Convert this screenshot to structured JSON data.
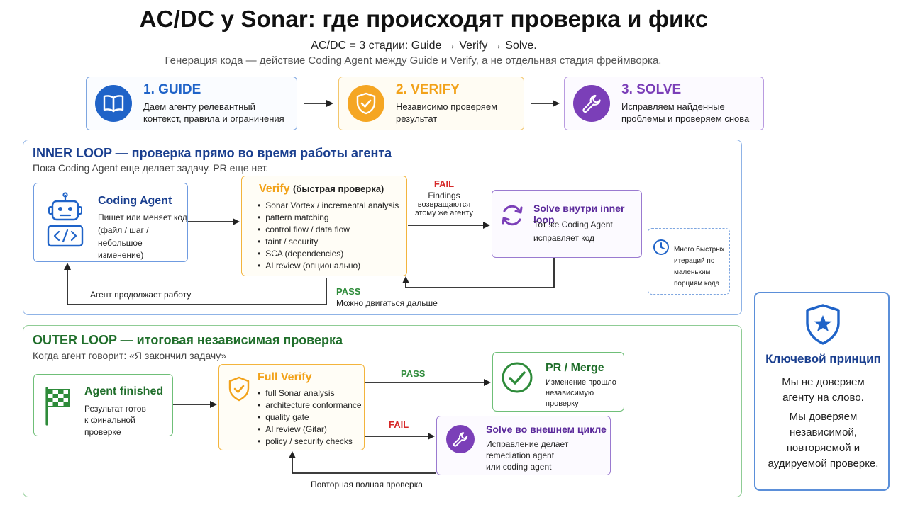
{
  "header": {
    "title": "AC/DC у Sonar: где происходят проверка и фикс",
    "subtitle": "AC/DC = 3 стадии: Guide → Verify → Solve.",
    "note": "Генерация кода — действие Coding Agent между Guide и Verify, а не отдельная стадия фреймворка."
  },
  "stages": [
    {
      "title": "1. GUIDE",
      "desc_1": "Даем агенту релевантный",
      "desc_2": "контекст, правила и ограничения",
      "icon": "book-icon",
      "color": "#2a6fd6"
    },
    {
      "title": "2. VERIFY",
      "desc_1": "Независимо проверяем",
      "desc_2": "результат",
      "icon": "shield-check-icon",
      "color": "#f2a219"
    },
    {
      "title": "3. SOLVE",
      "desc_1": "Исправляем найденные",
      "desc_2": "проблемы и проверяем снова",
      "icon": "wrench-icon",
      "color": "#7b3fb8"
    }
  ],
  "inner": {
    "title": "INNER LOOP — проверка прямо во время работы агента",
    "subtitle": "Пока Coding Agent еще делает задачу. PR еще нет.",
    "agent": {
      "title": "Coding Agent",
      "desc_1": "Пишет или меняет код",
      "desc_2": "(файл / шаг /",
      "desc_3": "небольшое изменение)",
      "icon": "robot-icon"
    },
    "verify": {
      "title": "Verify",
      "title_suffix": "(быстрая проверка)",
      "items": [
        "Sonar Vortex / incremental analysis",
        "pattern matching",
        "control flow / data flow",
        "taint / security",
        "SCA (dependencies)",
        "AI review (опционально)"
      ]
    },
    "fail": {
      "label": "FAIL",
      "line_1": "Findings",
      "line_2": "возвращаются",
      "line_3": "этому же агенту"
    },
    "solve": {
      "title": "Solve внутри inner loop",
      "desc_1": "Тот же Coding Agent",
      "desc_2": "исправляет код",
      "icon": "refresh-icon"
    },
    "fast": {
      "line_1": "Много быстрых",
      "line_2": "итераций по",
      "line_3": "маленьким",
      "line_4": "порциям кода",
      "icon": "clock-icon"
    },
    "pass": {
      "label": "PASS",
      "desc": "Можно двигаться дальше"
    },
    "continue_label": "Агент продолжает работу"
  },
  "outer": {
    "title": "OUTER LOOP — итоговая независимая проверка",
    "subtitle": "Когда агент говорит: «Я закончил задачу»",
    "finished": {
      "title": "Agent finished",
      "desc_1": "Результат готов",
      "desc_2": "к финальной проверке",
      "icon": "checkered-flag-icon"
    },
    "verify": {
      "title": "Full Verify",
      "items": [
        "full Sonar analysis",
        "architecture conformance",
        "quality gate",
        "AI review (Gitar)",
        "policy / security checks"
      ]
    },
    "pass_label": "PASS",
    "fail_label": "FAIL",
    "merge": {
      "title": "PR / Merge",
      "desc_1": "Изменение прошло",
      "desc_2": "независимую",
      "desc_3": "проверку",
      "icon": "check-circle-icon"
    },
    "solve": {
      "title": "Solve во внешнем цикле",
      "desc_1": "Исправление делает",
      "desc_2": "remediation agent",
      "desc_3": "или coding agent",
      "icon": "wrench-icon"
    },
    "repeat_label": "Повторная полная проверка"
  },
  "principle": {
    "title": "Ключевой принцип",
    "line_1": "Мы не доверяем",
    "line_2": "агенту на слово.",
    "line_3": "Мы доверяем",
    "line_4": "независимой,",
    "line_5": "повторяемой и",
    "line_6": "аудируемой проверке.",
    "icon": "shield-star-icon"
  },
  "colors": {
    "blue": "#1f5fbf",
    "navy": "#1a3f8f",
    "orange": "#f2a219",
    "purple": "#7b3fb8",
    "green": "#2e8b3a",
    "red": "#d62828"
  }
}
